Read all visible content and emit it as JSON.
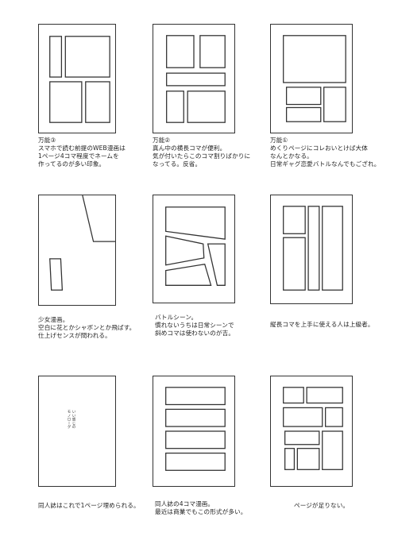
{
  "examples": [
    {
      "caption": [
        "万能③",
        "スマホで読む前提のWEB漫画は",
        "1ページ4コマ程度でネームを",
        "作ってるのが多い印象。"
      ]
    },
    {
      "caption": [
        "万能②",
        "真ん中の横長コマが便利。",
        "気が付いたらこのコマ割りばかりに",
        "なってる。反省。"
      ]
    },
    {
      "caption": [
        "万能①",
        "めくりページにコレおいとけば大体",
        "なんとかなる。",
        "日常ギャグ恋愛バトルなんでもござれ。"
      ]
    },
    {
      "caption": [
        "少女漫画。",
        "空白に花とかシャボンとか飛ばす。",
        "仕上げセンスが問われる。"
      ]
    },
    {
      "caption": [
        "バトルシーン。",
        "慣れないうちは日常シーンで",
        "斜めコマは使わないのが吉。"
      ]
    },
    {
      "caption": [
        "縦長コマを上手に使える人は上級者。"
      ]
    },
    {
      "caption": [
        "同人誌はこれで1ページ埋められる。"
      ],
      "vertical_text": [
        "いい感じの",
        "モノローグ"
      ]
    },
    {
      "caption": [
        "同人誌の4コマ漫画。",
        "最近は商業でもこの形式が多い。"
      ]
    },
    {
      "caption": [
        "ページが足りない。"
      ]
    }
  ]
}
